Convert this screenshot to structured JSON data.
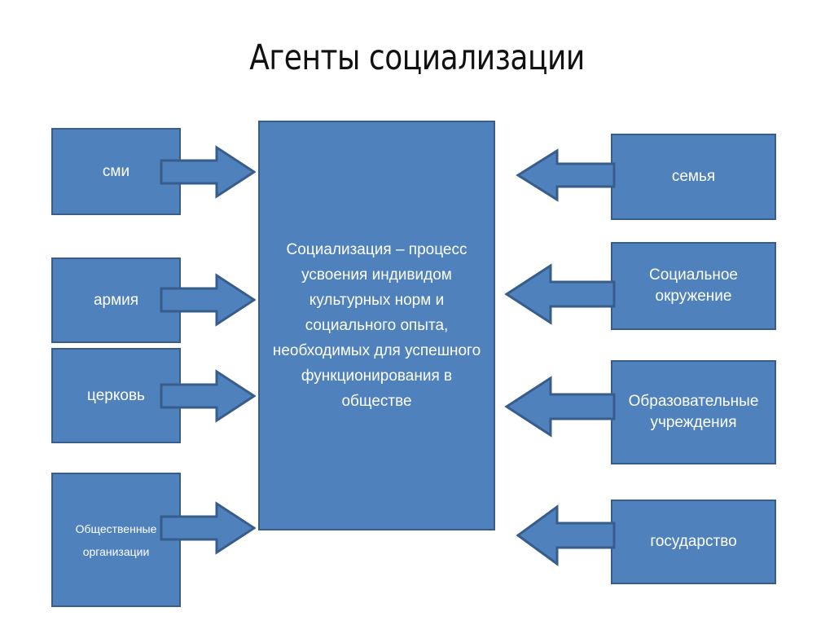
{
  "slide": {
    "title": "Агенты социализации",
    "background_color": "#ffffff",
    "shape_fill": "#4f81bd",
    "shape_border": "#385d8a",
    "shape_text_color": "#ffffff",
    "title_color": "#111111"
  },
  "center": {
    "text": "Социализация – процесс усвоения индивидом культурных норм и социального опыта, необходимых для успешного функционирования в обществе"
  },
  "left_agents": [
    {
      "label": "сми",
      "arrow": "arrow-right-icon"
    },
    {
      "label": "армия",
      "arrow": "arrow-right-icon"
    },
    {
      "label": "церковь",
      "arrow": "arrow-right-icon"
    },
    {
      "label": "Общественные организации",
      "arrow": "arrow-right-icon"
    }
  ],
  "right_agents": [
    {
      "label": "семья",
      "arrow": "arrow-left-icon"
    },
    {
      "label": "Социальное окружение",
      "arrow": "arrow-left-icon"
    },
    {
      "label": "Образовательные учреждения",
      "arrow": "arrow-left-icon"
    },
    {
      "label": "государство",
      "arrow": "arrow-left-icon"
    }
  ]
}
